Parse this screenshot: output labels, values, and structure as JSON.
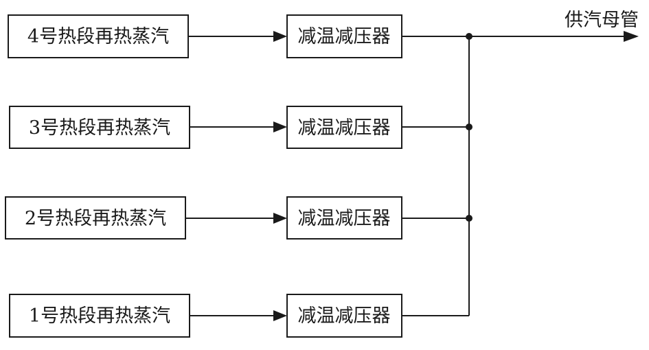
{
  "diagram": {
    "sources": [
      {
        "label": "4号热段再热蒸汽"
      },
      {
        "label": "3号热段再热蒸汽"
      },
      {
        "label": "2号热段再热蒸汽"
      },
      {
        "label": "1号热段再热蒸汽"
      }
    ],
    "reducers": [
      {
        "label": "减温减压器"
      },
      {
        "label": "减温减压器"
      },
      {
        "label": "减温减压器"
      },
      {
        "label": "减温减压器"
      }
    ],
    "output": {
      "label": "供汽母管"
    }
  }
}
